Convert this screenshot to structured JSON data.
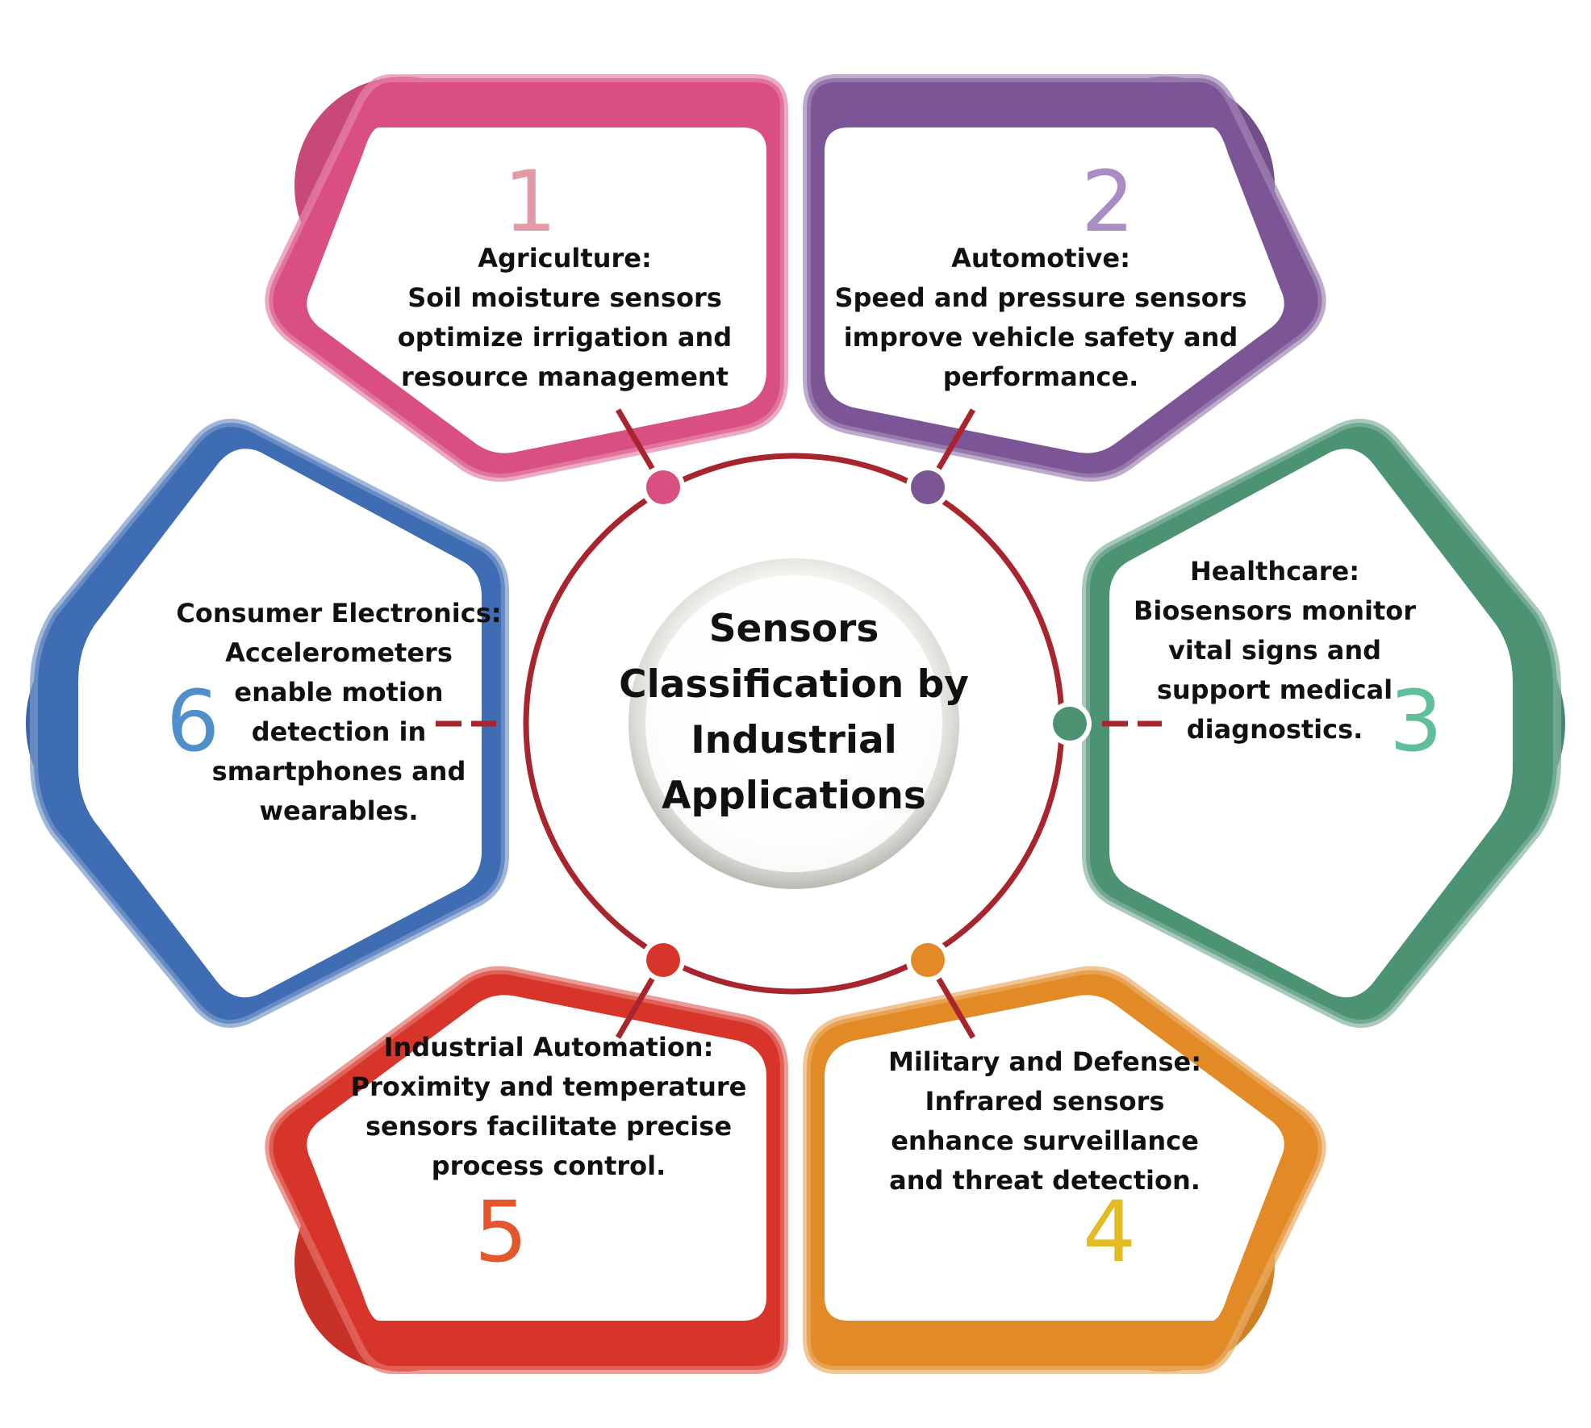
{
  "title": [
    "Sensors",
    "Classification by",
    "Industrial",
    "Applications"
  ],
  "colors": {
    "ring": "#a8252d",
    "text": "#111111"
  },
  "items": [
    {
      "number": "1",
      "heading": "Agriculture:",
      "lines": [
        "Soil moisture sensors",
        "optimize irrigation and",
        "resource management"
      ],
      "color": "#d94f82",
      "number_color": "#e49aa6"
    },
    {
      "number": "2",
      "heading": "Automotive:",
      "lines": [
        "Speed and pressure sensors",
        "improve vehicle safety and",
        "performance."
      ],
      "color": "#7c5596",
      "number_color": "#a88cc2"
    },
    {
      "number": "3",
      "heading": "Healthcare:",
      "lines": [
        "Biosensors monitor",
        "vital signs and",
        "support medical",
        "diagnostics."
      ],
      "color": "#4c9373",
      "number_color": "#5fbf98"
    },
    {
      "number": "4",
      "heading": "Military and Defense:",
      "lines": [
        "Infrared sensors",
        "enhance surveillance",
        "and threat detection."
      ],
      "color": "#e28a26",
      "number_color": "#e3bb22"
    },
    {
      "number": "5",
      "heading": "Industrial Automation:",
      "lines": [
        "Proximity and temperature",
        "sensors facilitate precise",
        "process control."
      ],
      "color": "#d8352a",
      "number_color": "#e2572e"
    },
    {
      "number": "6",
      "heading": "Consumer Electronics:",
      "lines": [
        "Accelerometers",
        "enable motion",
        "detection in",
        "smartphones and",
        "wearables."
      ],
      "color": "#3f6db3",
      "number_color": "#4f8fcb"
    }
  ]
}
